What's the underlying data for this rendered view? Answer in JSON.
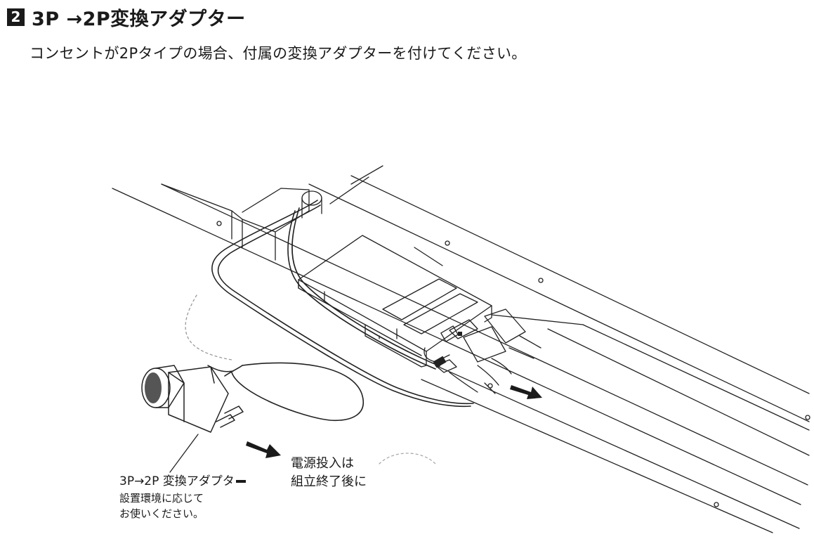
{
  "heading": {
    "step_number": "2",
    "title": "3P →2P変換アダプター"
  },
  "instruction": "コンセントが2Pタイプの場合、付属の変換アダプターを付けてください。",
  "figure": {
    "adapter_label": "3P→2P 変換アダプタ",
    "adapter_note_line1": "設置環境に応じて",
    "adapter_note_line2": "お使いください。",
    "power_note_line1": "電源投入は",
    "power_note_line2": "組立終了後に"
  }
}
